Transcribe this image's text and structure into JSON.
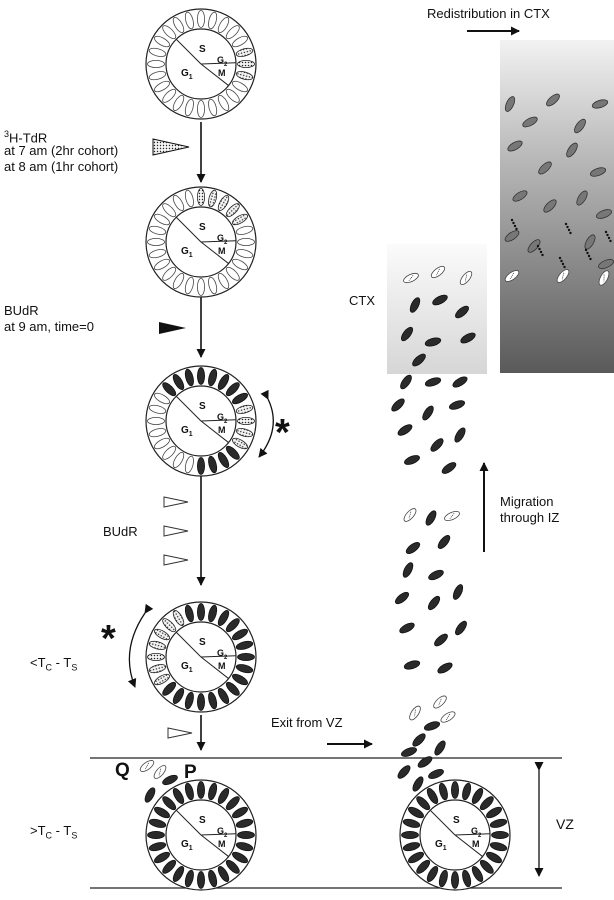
{
  "labels": {
    "tdr_sup": "3",
    "tdr_main": "H-TdR",
    "tdr_line2": "at 7 am (2hr cohort)",
    "tdr_line3": "at 8 am (1hr cohort)",
    "budr_title": "BUdR",
    "budr_time": "at 9 am, time=0",
    "budr2": "BUdR",
    "tc_lt_prefix": "<T",
    "tc_gt_prefix": ">T",
    "tc_sub_c": "C",
    "tc_mid": " - T",
    "tc_sub_s": "S",
    "q": "Q",
    "p": "P",
    "exit": "Exit from VZ",
    "ctx": "CTX",
    "redistribution": "Redistribution in CTX",
    "migration_l1": "Migration",
    "migration_l2": "through IZ",
    "vz": "VZ",
    "star": "*"
  },
  "cycle": {
    "s": "S",
    "g1_main": "G",
    "g1_sub": "1",
    "g2_main": "G",
    "g2_sub": "2",
    "m": "M"
  }
}
